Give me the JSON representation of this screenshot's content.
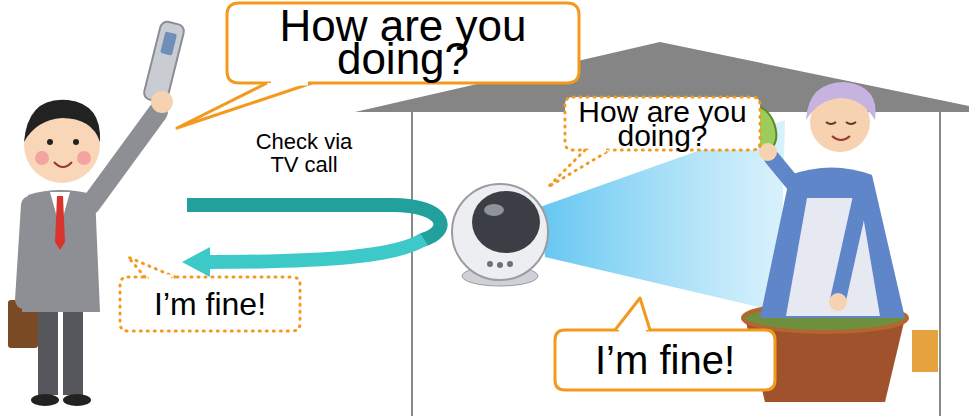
{
  "diagram": {
    "nodes": [
      {
        "text": [
          "How are you doing?"
        ]
      },
      {
        "text": [
          "How are you doing?"
        ]
      },
      {
        "text": [
          "I’m fine!"
        ]
      },
      {
        "text": [
          "I’m fine!"
        ]
      }
    ],
    "labels": [
      "Check via TV call"
    ]
  }
}
